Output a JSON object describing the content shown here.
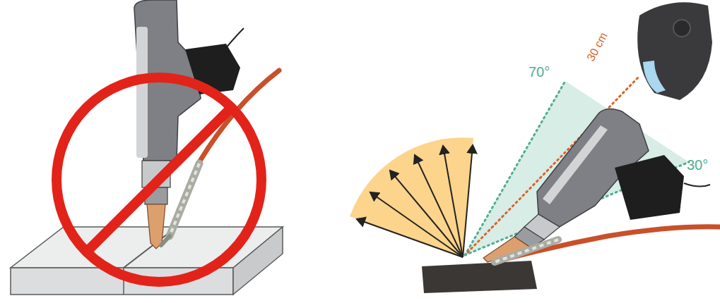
{
  "diagram": {
    "labels": [
      "70°",
      "30 cm",
      "30°"
    ]
  }
}
